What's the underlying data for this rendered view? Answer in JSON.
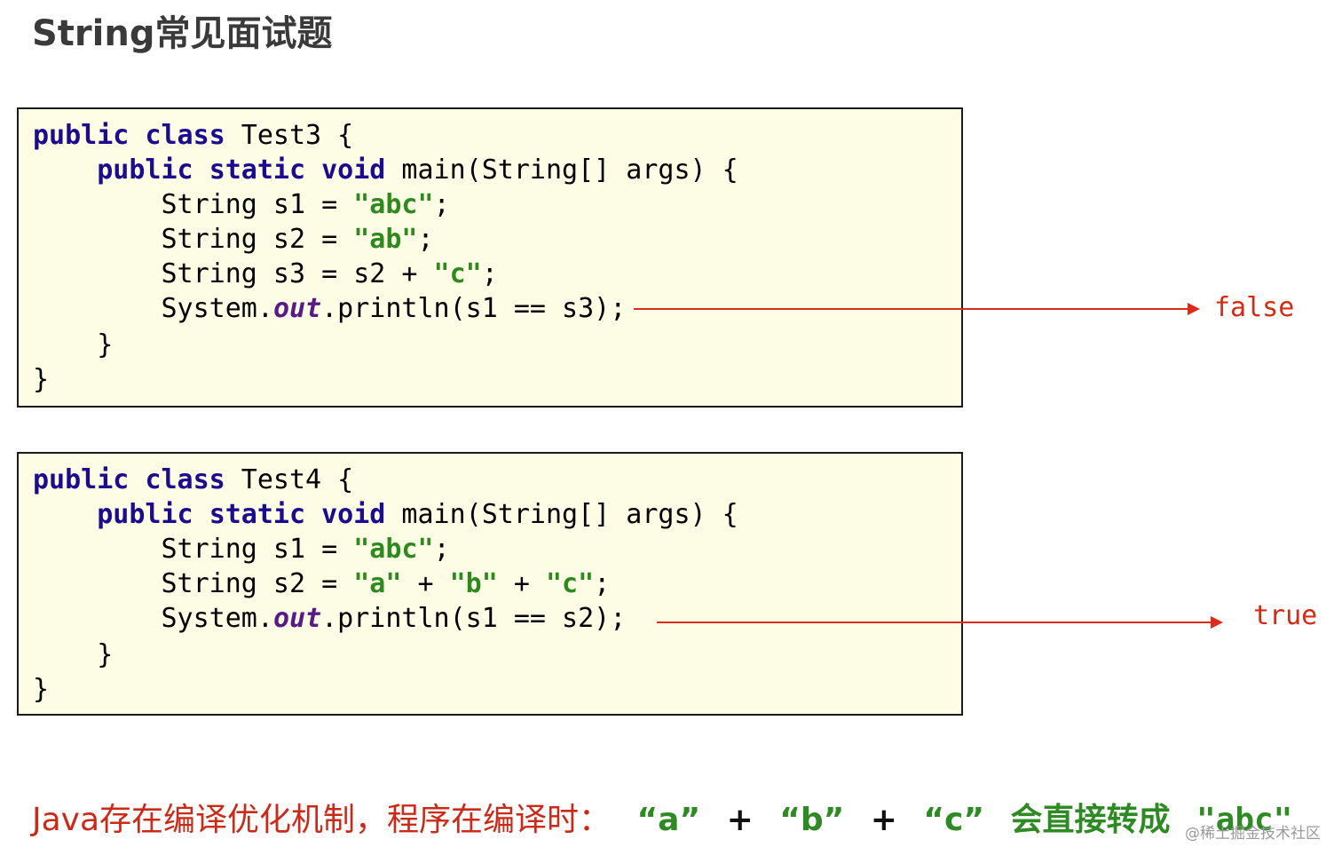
{
  "title": "String常见面试题",
  "examples": [
    {
      "result": "false",
      "lines": [
        {
          "indent": "",
          "tokens": [
            {
              "t": "kw",
              "v": "public"
            },
            {
              "t": "txt",
              "v": " "
            },
            {
              "t": "kw",
              "v": "class"
            },
            {
              "t": "txt",
              "v": " Test3 {"
            }
          ]
        },
        {
          "indent": "    ",
          "tokens": [
            {
              "t": "kw",
              "v": "public"
            },
            {
              "t": "txt",
              "v": " "
            },
            {
              "t": "kw",
              "v": "static"
            },
            {
              "t": "txt",
              "v": " "
            },
            {
              "t": "kw",
              "v": "void"
            },
            {
              "t": "txt",
              "v": " main(String[] args) {"
            }
          ]
        },
        {
          "indent": "        ",
          "tokens": [
            {
              "t": "txt",
              "v": "String s1 = "
            },
            {
              "t": "str",
              "v": "\"abc\""
            },
            {
              "t": "txt",
              "v": ";"
            }
          ]
        },
        {
          "indent": "        ",
          "tokens": [
            {
              "t": "txt",
              "v": "String s2 = "
            },
            {
              "t": "str",
              "v": "\"ab\""
            },
            {
              "t": "txt",
              "v": ";"
            }
          ]
        },
        {
          "indent": "        ",
          "tokens": [
            {
              "t": "txt",
              "v": "String s3 = s2 + "
            },
            {
              "t": "str",
              "v": "\"c\""
            },
            {
              "t": "txt",
              "v": ";"
            }
          ]
        },
        {
          "indent": "        ",
          "tokens": [
            {
              "t": "txt",
              "v": "System."
            },
            {
              "t": "fld",
              "v": "out"
            },
            {
              "t": "txt",
              "v": ".println(s1 == s3);"
            }
          ]
        },
        {
          "indent": "    ",
          "tokens": [
            {
              "t": "txt",
              "v": "}"
            }
          ]
        },
        {
          "indent": "",
          "tokens": [
            {
              "t": "txt",
              "v": "}"
            }
          ]
        }
      ]
    },
    {
      "result": "true",
      "lines": [
        {
          "indent": "",
          "tokens": [
            {
              "t": "kw",
              "v": "public"
            },
            {
              "t": "txt",
              "v": " "
            },
            {
              "t": "kw",
              "v": "class"
            },
            {
              "t": "txt",
              "v": " Test4 {"
            }
          ]
        },
        {
          "indent": "    ",
          "tokens": [
            {
              "t": "kw",
              "v": "public"
            },
            {
              "t": "txt",
              "v": " "
            },
            {
              "t": "kw",
              "v": "static"
            },
            {
              "t": "txt",
              "v": " "
            },
            {
              "t": "kw",
              "v": "void"
            },
            {
              "t": "txt",
              "v": " main(String[] args) {"
            }
          ]
        },
        {
          "indent": "        ",
          "tokens": [
            {
              "t": "txt",
              "v": "String s1 = "
            },
            {
              "t": "str",
              "v": "\"abc\""
            },
            {
              "t": "txt",
              "v": ";"
            }
          ]
        },
        {
          "indent": "        ",
          "tokens": [
            {
              "t": "txt",
              "v": "String s2 = "
            },
            {
              "t": "str",
              "v": "\"a\""
            },
            {
              "t": "txt",
              "v": " + "
            },
            {
              "t": "str",
              "v": "\"b\""
            },
            {
              "t": "txt",
              "v": " + "
            },
            {
              "t": "str",
              "v": "\"c\""
            },
            {
              "t": "txt",
              "v": ";"
            }
          ]
        },
        {
          "indent": "        ",
          "tokens": [
            {
              "t": "txt",
              "v": "System."
            },
            {
              "t": "fld",
              "v": "out"
            },
            {
              "t": "txt",
              "v": ".println(s1 == s2);"
            }
          ]
        },
        {
          "indent": "    ",
          "tokens": [
            {
              "t": "txt",
              "v": "}"
            }
          ]
        },
        {
          "indent": "",
          "tokens": [
            {
              "t": "txt",
              "v": "}"
            }
          ]
        }
      ]
    }
  ],
  "footer": {
    "prefix": "Java存在编译优化机制，程序在编译时：",
    "lit_a": "“a”",
    "plus_1": "+",
    "lit_b": "“b”",
    "plus_2": "+",
    "lit_c": "“c”",
    "verb": "会直接转成",
    "target": "\"abc\""
  },
  "watermark": "@稀土掘金技术社区",
  "colors": {
    "keyword": "#1c0a8f",
    "string": "#2f8a1e",
    "field": "#5a1a86",
    "result": "#d52a14",
    "arrow": "#dd2a1b",
    "box_bg": "#fdfde6"
  }
}
